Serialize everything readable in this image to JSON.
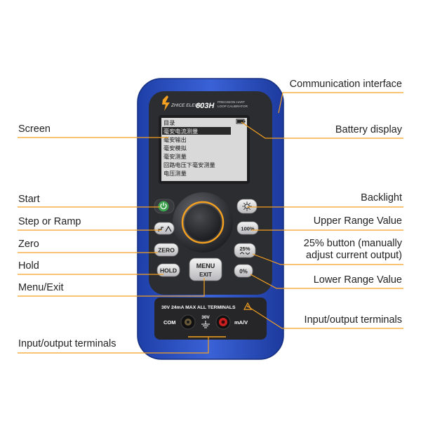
{
  "device": {
    "brand": "ZHICE ELEC®",
    "model": "603H",
    "subtitle_line1": "PRECISION HART",
    "subtitle_line2": "LOOP CALIBRATOR",
    "screen_menu": [
      "目录",
      "毫安电流测量",
      "毫安输出",
      "毫安模拟",
      "毫安测量",
      "回路电压下毫安测量",
      "电压测量"
    ],
    "buttons": {
      "zero": "ZERO",
      "hold": "HOLD",
      "menu_line1": "MENU",
      "menu_line2": "EXIT",
      "upper": "100%",
      "quarter": "25%",
      "lower": "0%"
    },
    "terminal_warning": "30V 24mA MAX ALL TERMINALS",
    "terminal_com": "COM",
    "terminal_30v": "30V",
    "terminal_mav": "mA/V"
  },
  "labels": {
    "communication_interface": "Communication interface",
    "screen": "Screen",
    "battery_display": "Battery display",
    "start": "Start",
    "backlight": "Backlight",
    "step_or_ramp": "Step or Ramp",
    "upper_range_value": "Upper Range Value",
    "zero": "Zero",
    "quarter_button": "25% button (manually adjust current output)",
    "hold": "Hold",
    "menu_exit": "Menu/Exit",
    "lower_range_value": "Lower Range Value",
    "io_terminals_right": "Input/output terminals",
    "io_terminals_bottom": "Input/output terminals"
  },
  "colors": {
    "leader_line": "#f4a020",
    "body_blue": "#2f55c8",
    "faceplate": "#2c2d31",
    "screen_bg": "#d9d9d9",
    "start_green": "#3aa24c",
    "mav_red": "#cc1f1f"
  }
}
